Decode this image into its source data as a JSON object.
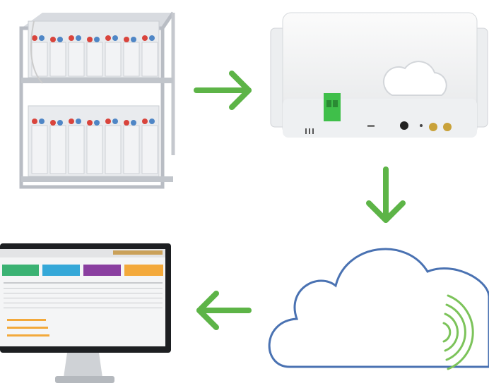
{
  "diagram": {
    "nodes": [
      {
        "id": "battery-bank",
        "icon": "battery-rack-icon"
      },
      {
        "id": "monitoring-device",
        "icon": "gateway-device-icon"
      },
      {
        "id": "cloud",
        "icon": "cloud-icon"
      },
      {
        "id": "dashboard",
        "icon": "monitor-dashboard-icon"
      }
    ],
    "flow": [
      "battery-bank",
      "monitoring-device",
      "cloud",
      "dashboard"
    ],
    "colors": {
      "arrow": "#5db447",
      "cloud_outline": "#4a72b2",
      "wireless": "#7cc35a",
      "battery_red": "#d9443c",
      "battery_blue": "#4f86c6",
      "dash_green": "#3bb273",
      "dash_blue": "#35a8d8",
      "dash_purple": "#8a3fa0",
      "dash_orange": "#f3a93b"
    }
  }
}
